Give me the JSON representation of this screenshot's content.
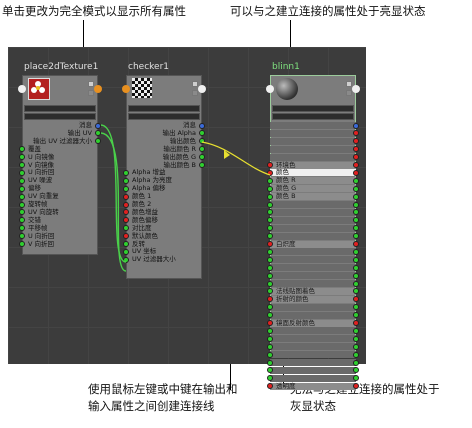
{
  "callouts": {
    "top_left": "单击更改为完全模式以显示所有属性",
    "top_right": "可以与之建立连接的属性处于亮显状态",
    "bottom_left_1": "使用鼠标左键或中键在输出和",
    "bottom_left_2": "输入属性之间创建连接线",
    "bottom_right_1": "无法与之建立连接的属性处于",
    "bottom_right_2": "灰显状态"
  },
  "nodes": [
    {
      "id": "place2d",
      "title": "place2dTexture1",
      "title_color": "#e0e0e0",
      "thumb": "place2d-texture-swatch",
      "attrs": [
        {
          "label": "消息",
          "side": "out",
          "color": "#3a6ad8"
        },
        {
          "label": "输出 UV",
          "side": "out",
          "color": "#2fd02f"
        },
        {
          "label": "输出 UV 过滤器大小",
          "side": "out",
          "color": "#2fd02f"
        },
        {
          "label": "覆盖",
          "side": "in",
          "color": "#2fd02f"
        },
        {
          "label": "U 向镜像",
          "side": "in",
          "color": "#2fd02f"
        },
        {
          "label": "V 向镜像",
          "side": "in",
          "color": "#2fd02f"
        },
        {
          "label": "U 向折回",
          "side": "in",
          "color": "#2fd02f"
        },
        {
          "label": "UV 噪波",
          "side": "in",
          "color": "#2fd02f"
        },
        {
          "label": "偏移",
          "side": "in",
          "color": "#2fd02f"
        },
        {
          "label": "UV 向重复",
          "side": "in",
          "color": "#2fd02f"
        },
        {
          "label": "旋转帧",
          "side": "in",
          "color": "#2fd02f"
        },
        {
          "label": "UV 向旋转",
          "side": "in",
          "color": "#2fd02f"
        },
        {
          "label": "交错",
          "side": "in",
          "color": "#2fd02f"
        },
        {
          "label": "平移帧",
          "side": "in",
          "color": "#2fd02f"
        },
        {
          "label": "U 向折回",
          "side": "in",
          "color": "#2fd02f"
        },
        {
          "label": "V 向折回",
          "side": "in",
          "color": "#2fd02f"
        }
      ]
    },
    {
      "id": "checker",
      "title": "checker1",
      "title_color": "#e0e0e0",
      "thumb": "checker-texture-swatch",
      "attrs": [
        {
          "label": "消息",
          "side": "out",
          "color": "#3a6ad8"
        },
        {
          "label": "输出 Alpha",
          "side": "out",
          "color": "#2fd02f"
        },
        {
          "label": "输出颜色",
          "side": "out",
          "color": "#2fd02f"
        },
        {
          "label": "输出颜色 R",
          "side": "out",
          "color": "#2fd02f"
        },
        {
          "label": "输出颜色 G",
          "side": "out",
          "color": "#2fd02f"
        },
        {
          "label": "输出颜色 B",
          "side": "out",
          "color": "#2fd02f"
        },
        {
          "label": "Alpha 增益",
          "side": "in",
          "color": "#2fd02f"
        },
        {
          "label": "Alpha 为亮度",
          "side": "in",
          "color": "#2fd02f"
        },
        {
          "label": "Alpha 偏移",
          "side": "in",
          "color": "#2fd02f"
        },
        {
          "label": "颜色 1",
          "side": "in",
          "color": "#e02020"
        },
        {
          "label": "颜色 2",
          "side": "in",
          "color": "#e02020"
        },
        {
          "label": "颜色增益",
          "side": "in",
          "color": "#e02020"
        },
        {
          "label": "颜色偏移",
          "side": "in",
          "color": "#e02020"
        },
        {
          "label": "对比度",
          "side": "in",
          "color": "#2fd02f"
        },
        {
          "label": "默认颜色",
          "side": "in",
          "color": "#e02020"
        },
        {
          "label": "反转",
          "side": "in",
          "color": "#2fd02f"
        },
        {
          "label": "UV 坐标",
          "side": "in",
          "color": "#2fd02f"
        },
        {
          "label": "UV 过滤器大小",
          "side": "in",
          "color": "#2fd02f"
        }
      ]
    },
    {
      "id": "blinn",
      "title": "blinn1",
      "title_color": "#7fe07f",
      "thumb": "blinn-material-sphere",
      "attrs": [
        {
          "label": "",
          "side": "out",
          "color": "#3a6ad8"
        },
        {
          "label": "",
          "side": "out",
          "color": "#e02020"
        },
        {
          "label": "",
          "side": "out",
          "color": "#e02020"
        },
        {
          "label": "",
          "side": "out",
          "color": "#e02020"
        },
        {
          "label": "",
          "side": "out",
          "color": "#e02020"
        },
        {
          "label": "环境色",
          "side": "in",
          "color": "#e02020",
          "state": "lit"
        },
        {
          "label": "颜色",
          "side": "in",
          "color": "#e02020",
          "state": "lit",
          "hi": true
        },
        {
          "label": "颜色 R",
          "side": "in",
          "color": "#2fd02f",
          "state": "lit"
        },
        {
          "label": "颜色 G",
          "side": "in",
          "color": "#2fd02f",
          "state": "lit"
        },
        {
          "label": "颜色 B",
          "side": "in",
          "color": "#2fd02f",
          "state": "lit"
        },
        {
          "label": "",
          "side": "in",
          "color": "#2fd02f"
        },
        {
          "label": "",
          "side": "in",
          "color": "#2fd02f"
        },
        {
          "label": "",
          "side": "in",
          "color": "#2fd02f"
        },
        {
          "label": "",
          "side": "in",
          "color": "#2fd02f"
        },
        {
          "label": "",
          "side": "in",
          "color": "#2fd02f"
        },
        {
          "label": "白炽度",
          "side": "in",
          "color": "#e02020",
          "state": "lit"
        },
        {
          "label": "",
          "side": "in",
          "color": "#2fd02f"
        },
        {
          "label": "",
          "side": "in",
          "color": "#2fd02f"
        },
        {
          "label": "",
          "side": "in",
          "color": "#2fd02f"
        },
        {
          "label": "",
          "side": "in",
          "color": "#2fd02f"
        },
        {
          "label": "",
          "side": "in",
          "color": "#2fd02f"
        },
        {
          "label": "法线贴图着色",
          "side": "in",
          "color": "#2fd02f",
          "state": "lit"
        },
        {
          "label": "折射的颜色",
          "side": "in",
          "color": "#e02020",
          "state": "lit"
        },
        {
          "label": "",
          "side": "in",
          "color": "#2fd02f"
        },
        {
          "label": "",
          "side": "in",
          "color": "#2fd02f"
        },
        {
          "label": "镜面反射颜色",
          "side": "in",
          "color": "#e02020",
          "state": "lit"
        },
        {
          "label": "",
          "side": "in",
          "color": "#2fd02f"
        },
        {
          "label": "",
          "side": "in",
          "color": "#2fd02f"
        },
        {
          "label": "",
          "side": "in",
          "color": "#2fd02f"
        },
        {
          "label": "",
          "side": "in",
          "color": "#2fd02f"
        },
        {
          "label": "",
          "side": "in",
          "color": "#2fd02f"
        },
        {
          "label": "",
          "side": "in",
          "color": "#2fd02f"
        },
        {
          "label": "",
          "side": "in",
          "color": "#2fd02f"
        },
        {
          "label": "透明度",
          "side": "in",
          "color": "#e02020",
          "state": "lit"
        }
      ]
    }
  ],
  "colors": {
    "canvas": "#3c3c3c",
    "node_body": "#7c7c7c",
    "highlight_row": "#e8e8e8",
    "dim_row": "#6a6a6a",
    "wire_uv": "#4ad04a",
    "wire_drag": "#e8e030",
    "output_port": "#e89020",
    "input_port": "#f0f0f0"
  }
}
